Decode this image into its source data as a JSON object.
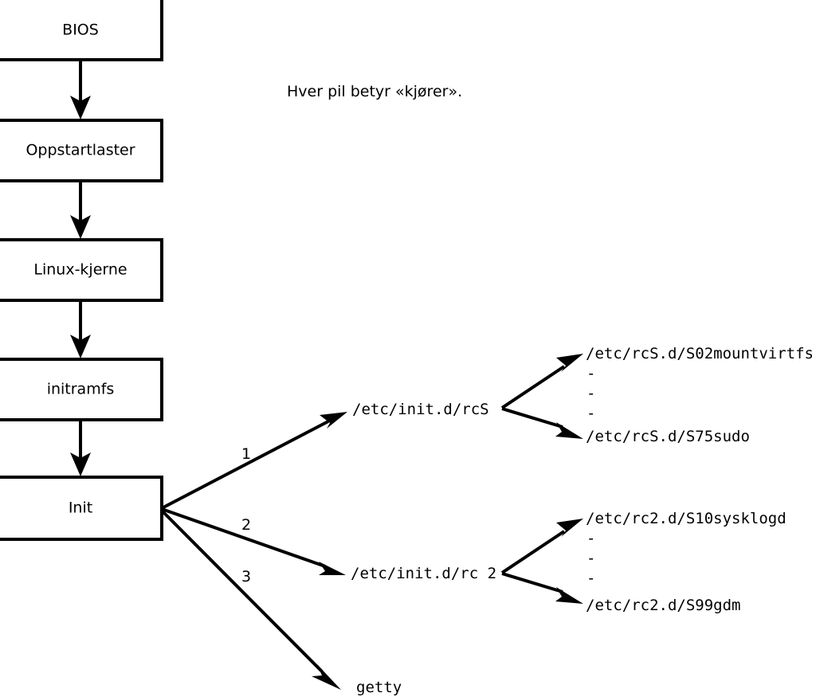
{
  "diagram": {
    "title": "Linux boot process flowchart",
    "caption": "Hver pil betyr «kjører».",
    "colors": {
      "background": "#ffffff",
      "stroke": "#000000",
      "box_fill": "#ffffff",
      "text": "#000000"
    },
    "boxes": [
      {
        "id": "bios",
        "label": "BIOS"
      },
      {
        "id": "bootloader",
        "label": "Oppstartlaster"
      },
      {
        "id": "kernel",
        "label": "Linux-kjerne"
      },
      {
        "id": "initramfs",
        "label": "initramfs"
      },
      {
        "id": "init",
        "label": "Init"
      }
    ],
    "branch_numbers": [
      {
        "id": "branch-1",
        "label": "1"
      },
      {
        "id": "branch-2",
        "label": "2"
      },
      {
        "id": "branch-3",
        "label": "3"
      }
    ],
    "mid_nodes": [
      {
        "id": "rcs",
        "label": "/etc/init.d/rcS"
      },
      {
        "id": "rc2",
        "label": "/etc/init.d/rc 2"
      },
      {
        "id": "getty",
        "label": "getty"
      }
    ],
    "rcs_children": {
      "first": "/etc/rcS.d/S02mountvirtfs",
      "ellipsis": [
        "-",
        "-",
        "-"
      ],
      "last": "/etc/rcS.d/S75sudo"
    },
    "rc2_children": {
      "first": "/etc/rc2.d/S10sysklogd",
      "ellipsis": [
        "-",
        "-",
        "-"
      ],
      "last": "/etc/rc2.d/S99gdm"
    }
  }
}
